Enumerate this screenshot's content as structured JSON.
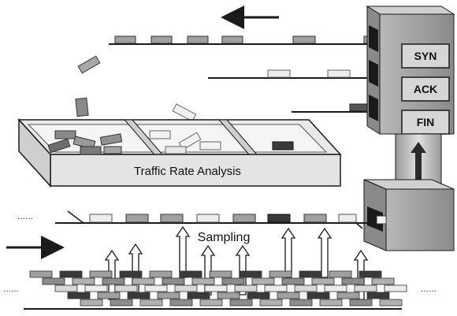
{
  "diagram": {
    "flags": [
      {
        "label": "SYN"
      },
      {
        "label": "ACK"
      },
      {
        "label": "FIN"
      }
    ],
    "analysis_label": "Traffic Rate Analysis",
    "sampling_label": "Sampling",
    "ellipsis": "......",
    "colors": {
      "background": "#ffffff",
      "line": "#1a1a1a",
      "packet_dark": "#3a3a3a",
      "packet_mid": "#8e8e8e",
      "packet_light": "#e6e6e6",
      "box_face": "#bdbdbd",
      "box_top": "#d8d8d8",
      "box_side": "#9a9a9a"
    }
  }
}
